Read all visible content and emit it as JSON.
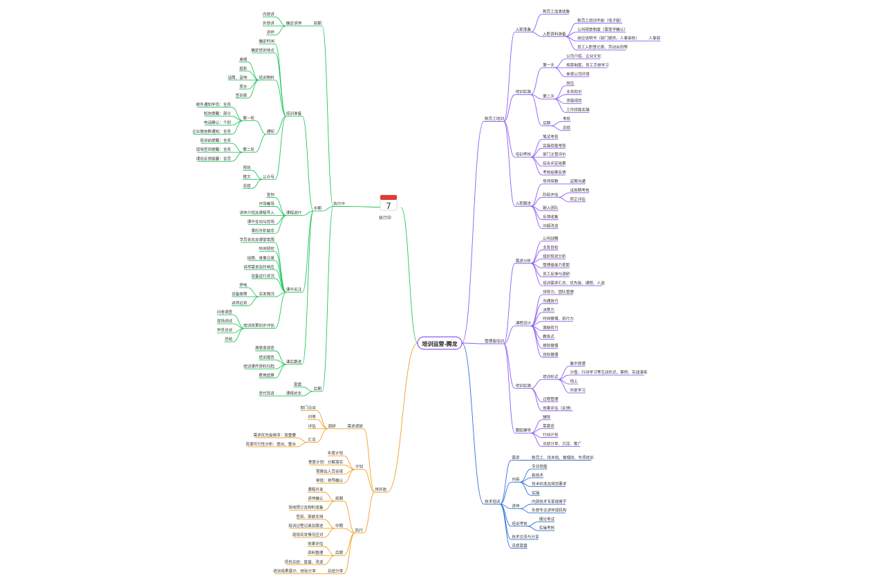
{
  "root": {
    "label": "培训运营-腾龙"
  },
  "icon_node": {
    "label": "执行中",
    "calendar_day": "7",
    "calendar_header_color": "#e03c31"
  },
  "colors": {
    "green": "#22c55e",
    "orange": "#f0a020",
    "purple": "#8b5cf6",
    "blue": "#2f6fdc"
  },
  "branches": [
    {
      "label": "执行中",
      "color": "green",
      "children": [
        {
          "label": "前期",
          "children": [
            {
              "label": "确定讲师",
              "children": [
                {
                  "label": "内部讲"
                },
                {
                  "label": "外部讲"
                },
                {
                  "label": "讲师"
                }
              ]
            }
          ]
        },
        {
          "label": "中期",
          "children": [
            {
              "label": "培训准备",
              "children": [
                {
                  "label": "确定时间"
                },
                {
                  "label": "确定培训地点"
                },
                {
                  "label": "培训物料",
                  "children": [
                    {
                      "label": "桌椅"
                    },
                    {
                      "label": "投影"
                    },
                    {
                      "label": "话筒、音响"
                    },
                    {
                      "label": "茶水"
                    },
                    {
                      "label": "签到表"
                    }
                  ]
                },
                {
                  "label": "通知",
                  "children": [
                    {
                      "label": "第一轮",
                      "children": [
                        {
                          "label": "邮件通知学员：全员"
                        },
                        {
                          "label": "短信提醒：部分"
                        },
                        {
                          "label": "电话确认：个别"
                        },
                        {
                          "label": "企业微信群通知：全员"
                        }
                      ]
                    },
                    {
                      "label": "第二轮",
                      "children": [
                        {
                          "label": "培训前提醒：全员"
                        },
                        {
                          "label": "现场签到提醒：全员"
                        },
                        {
                          "label": "课后反馈提醒：全员"
                        }
                      ]
                    }
                  ]
                },
                {
                  "label": "公众号",
                  "children": [
                    {
                      "label": "预热"
                    },
                    {
                      "label": "推文"
                    },
                    {
                      "label": "总结"
                    }
                  ]
                }
              ]
            },
            {
              "label": "课程进行",
              "children": [
                {
                  "label": "签到"
                },
                {
                  "label": "开场暖场"
                },
                {
                  "label": "讲师介绍及课程导入"
                },
                {
                  "label": "课中互动与控场"
                },
                {
                  "label": "课后合影留念"
                }
              ]
            },
            {
              "label": "课中关注",
              "children": [
                {
                  "label": "学员状态及课堂氛围"
                },
                {
                  "label": "时间把控"
                },
                {
                  "label": "拍照、录像记录"
                },
                {
                  "label": "讲师需求及时响应"
                },
                {
                  "label": "设备运行状况"
                },
                {
                  "label": "突发情况",
                  "children": [
                    {
                      "label": "停电"
                    },
                    {
                      "label": "设备故障"
                    },
                    {
                      "label": "讲师迟到"
                    }
                  ]
                },
                {
                  "label": "培训效果初步评估",
                  "children": [
                    {
                      "label": "问卷调查"
                    },
                    {
                      "label": "现场测试"
                    },
                    {
                      "label": "学员访谈"
                    },
                    {
                      "label": "总结"
                    }
                  ]
                }
              ]
            },
            {
              "label": "课后跟进",
              "children": [
                {
                  "label": "满意度调查"
                },
                {
                  "label": "培训报告"
                },
                {
                  "label": "培训课件资料归档"
                },
                {
                  "label": "费用结算"
                }
              ]
            }
          ]
        },
        {
          "label": "后期",
          "children": [
            {
              "label": "复盘"
            },
            {
              "label": "课程优化",
              "children": [
                {
                  "label": "迭代改进"
                }
              ]
            }
          ]
        }
      ]
    },
    {
      "label": "待开始",
      "color": "orange",
      "children": [
        {
          "label": "需求调研",
          "children": [
            {
              "label": "调研",
              "children": [
                {
                  "label": "部门访谈"
                },
                {
                  "label": "问卷"
                },
                {
                  "label": "评估"
                },
                {
                  "label": "汇总",
                  "children": [
                    {
                      "label": "需求优先级排序：按重要"
                    },
                    {
                      "label": "资源可行性分析：提出、整合"
                    }
                  ]
                }
              ]
            }
          ]
        },
        {
          "label": "计划",
          "children": [
            {
              "label": "年度计划"
            },
            {
              "label": "季度计划：分解落实"
            },
            {
              "label": "预算及人员安排"
            },
            {
              "label": "审批：领导确认"
            }
          ]
        },
        {
          "label": "执行",
          "children": [
            {
              "label": "前期",
              "children": [
                {
                  "label": "课程开发"
                },
                {
                  "label": "讲师确认"
                },
                {
                  "label": "场地预订及物料准备"
                }
              ]
            },
            {
              "label": "中期",
              "children": [
                {
                  "label": "签到、茶歇安排"
                },
                {
                  "label": "培训过程记录及跟进"
                },
                {
                  "label": "现场突发情况应对"
                }
              ]
            },
            {
              "label": "后期",
              "children": [
                {
                  "label": "效果评估"
                },
                {
                  "label": "资料整理"
                },
                {
                  "label": "项目总结：复盘、改进"
                }
              ]
            },
            {
              "label": "总结分享",
              "children": [
                {
                  "label": "培训成果展示、经验分享"
                }
              ]
            }
          ]
        }
      ]
    },
    {
      "label": "新员工培训",
      "color": "purple",
      "children": [
        {
          "label": "入职准备",
          "children": [
            {
              "label": "新员工信息收集"
            },
            {
              "label": "入职资料准备",
              "children": [
                {
                  "label": "新员工培训手册（电子版）"
                },
                {
                  "label": "公司规章制度（需签字确认）"
                },
                {
                  "label": "岗位说明书（部门提供，人事审核）",
                  "children": [
                    {
                      "label": "人事部"
                    }
                  ]
                },
                {
                  "label": "员工入职登记表、劳动合同等"
                }
              ]
            }
          ]
        },
        {
          "label": "培训实施",
          "children": [
            {
              "label": "第一天",
              "children": [
                {
                  "label": "公司介绍、企业文化"
                },
                {
                  "label": "规章制度、员工手册学习"
                },
                {
                  "label": "参观公司环境"
                }
              ]
            },
            {
              "label": "第二天",
              "children": [
                {
                  "label": "岗位"
                },
                {
                  "label": "业务知识"
                },
                {
                  "label": "流程规范"
                },
                {
                  "label": "工作技能实操"
                }
              ]
            },
            {
              "label": "后期",
              "children": [
                {
                  "label": "考核"
                },
                {
                  "label": "总结"
                }
              ]
            }
          ]
        },
        {
          "label": "培训考核",
          "children": [
            {
              "label": "笔试考核"
            },
            {
              "label": "实操技能考核"
            },
            {
              "label": "部门主管评价"
            },
            {
              "label": "综合评定结果"
            },
            {
              "label": "考核结果反馈"
            }
          ]
        },
        {
          "label": "入职跟进",
          "children": [
            {
              "label": "导师带教",
              "children": [
                {
                  "label": "定期沟通"
                }
              ]
            },
            {
              "label": "阶段评估",
              "children": [
                {
                  "label": "试用期考核"
                },
                {
                  "label": "转正评估"
                }
              ]
            },
            {
              "label": "融入团队"
            },
            {
              "label": "反馈收集"
            },
            {
              "label": "问题改进"
            }
          ]
        }
      ]
    },
    {
      "label": "管理者培训",
      "color": "purple",
      "children": [
        {
          "label": "需求分析",
          "children": [
            {
              "label": "公司战略"
            },
            {
              "label": "业务目标"
            },
            {
              "label": "组织现状分析"
            },
            {
              "label": "管理者能力差距"
            },
            {
              "label": "员工反馈与调研"
            },
            {
              "label": "培训需求汇总、优先级、课程、人选"
            }
          ]
        },
        {
          "label": "课程设计",
          "children": [
            {
              "label": "领导力、团队管理"
            },
            {
              "label": "沟通技巧"
            },
            {
              "label": "决策力"
            },
            {
              "label": "时间管理、执行力"
            },
            {
              "label": "激励技巧"
            },
            {
              "label": "教练式"
            },
            {
              "label": "绩效管理"
            },
            {
              "label": "目标管理"
            }
          ]
        },
        {
          "label": "培训实施",
          "children": [
            {
              "label": "培训形式",
              "children": [
                {
                  "label": "集中授课"
                },
                {
                  "label": "沙盘、行动学习等互动形式、案例、实战演练"
                },
                {
                  "label": "线上"
                },
                {
                  "label": "外部学习"
                }
              ]
            },
            {
              "label": "过程管理"
            },
            {
              "label": "效果评估（反馈）"
            }
          ]
        },
        {
          "label": "跟踪辅导",
          "children": [
            {
              "label": "辅导"
            },
            {
              "label": "复盘会"
            },
            {
              "label": "行动计划"
            },
            {
              "label": "总结分享、沉淀、推广"
            }
          ]
        }
      ]
    },
    {
      "label": "技术培训",
      "color": "blue",
      "children": [
        {
          "label": "需求",
          "children": [
            {
              "label": "新员工、技术岗、管理岗、专项培训"
            }
          ]
        },
        {
          "label": "内容",
          "children": [
            {
              "label": "专业技能"
            },
            {
              "label": "新技术"
            },
            {
              "label": "技术标准及规范要求"
            },
            {
              "label": "实操"
            }
          ]
        },
        {
          "label": "讲师",
          "children": [
            {
              "label": "内部技术专家或骨干"
            },
            {
              "label": "外部专业讲师或机构"
            }
          ]
        },
        {
          "label": "培训考核",
          "children": [
            {
              "label": "理论考试"
            },
            {
              "label": "实操考核"
            }
          ]
        },
        {
          "label": "技术交流与分享"
        },
        {
          "label": "总结复盘"
        }
      ]
    }
  ]
}
